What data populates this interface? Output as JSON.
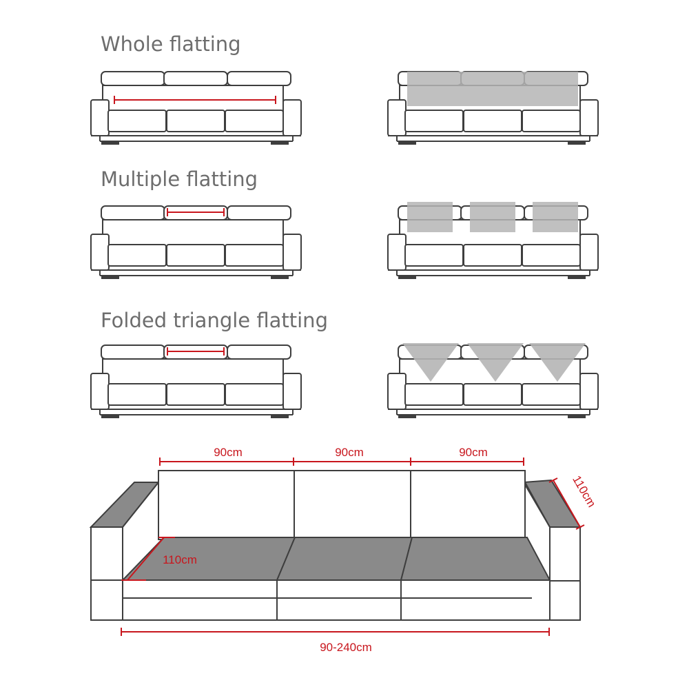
{
  "headings": {
    "whole": "Whole flatting",
    "multiple": "Multiple flatting",
    "triangle": "Folded triangle flatting"
  },
  "dimensions": {
    "seat_width_1": "90cm",
    "seat_width_2": "90cm",
    "seat_width_3": "90cm",
    "arm_length": "110cm",
    "seat_depth": "110cm",
    "total_length": "90-240cm"
  },
  "colors": {
    "outline": "#3e3e3e",
    "dimension_line": "#c8161d",
    "cover_shade": "#b5b5b5",
    "seat_cover": "#8a8a8a",
    "heading_text": "#6d6d6d"
  }
}
